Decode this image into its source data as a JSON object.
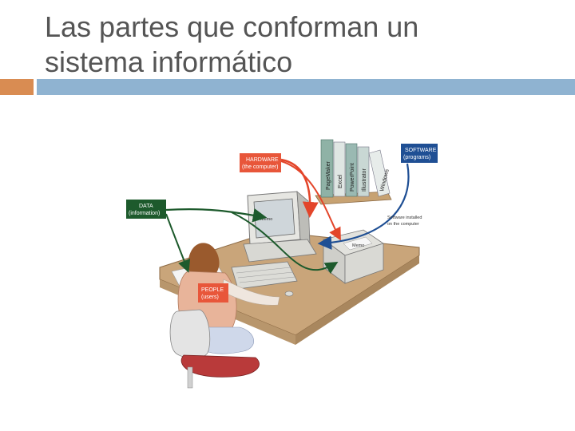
{
  "slide": {
    "title_line1": "Las partes que conforman un",
    "title_line2": "sistema informático"
  },
  "diagram": {
    "hardware": {
      "line1": "HARDWARE",
      "line2": "(the computer)"
    },
    "software": {
      "line1": "SOFTWARE",
      "line2": "(programs)"
    },
    "data": {
      "line1": "DATA",
      "line2": "(information)"
    },
    "people": {
      "line1": "PEOPLE",
      "line2": "(users)"
    },
    "installed_note": {
      "line1": "Software installed",
      "line2": "on the computer"
    },
    "monitor_text": "Memo",
    "printer_text": "Memo",
    "books": [
      "PageMaker",
      "Excel",
      "PowerPoint",
      "Illustrator",
      "Windows"
    ]
  },
  "colors": {
    "accent_orange": "#d98c52",
    "accent_blue": "#8fb3d1",
    "hardware_label": "#e8563a",
    "software_label": "#1f4f94",
    "data_label": "#1d5a2c",
    "people_label": "#e8563a"
  }
}
